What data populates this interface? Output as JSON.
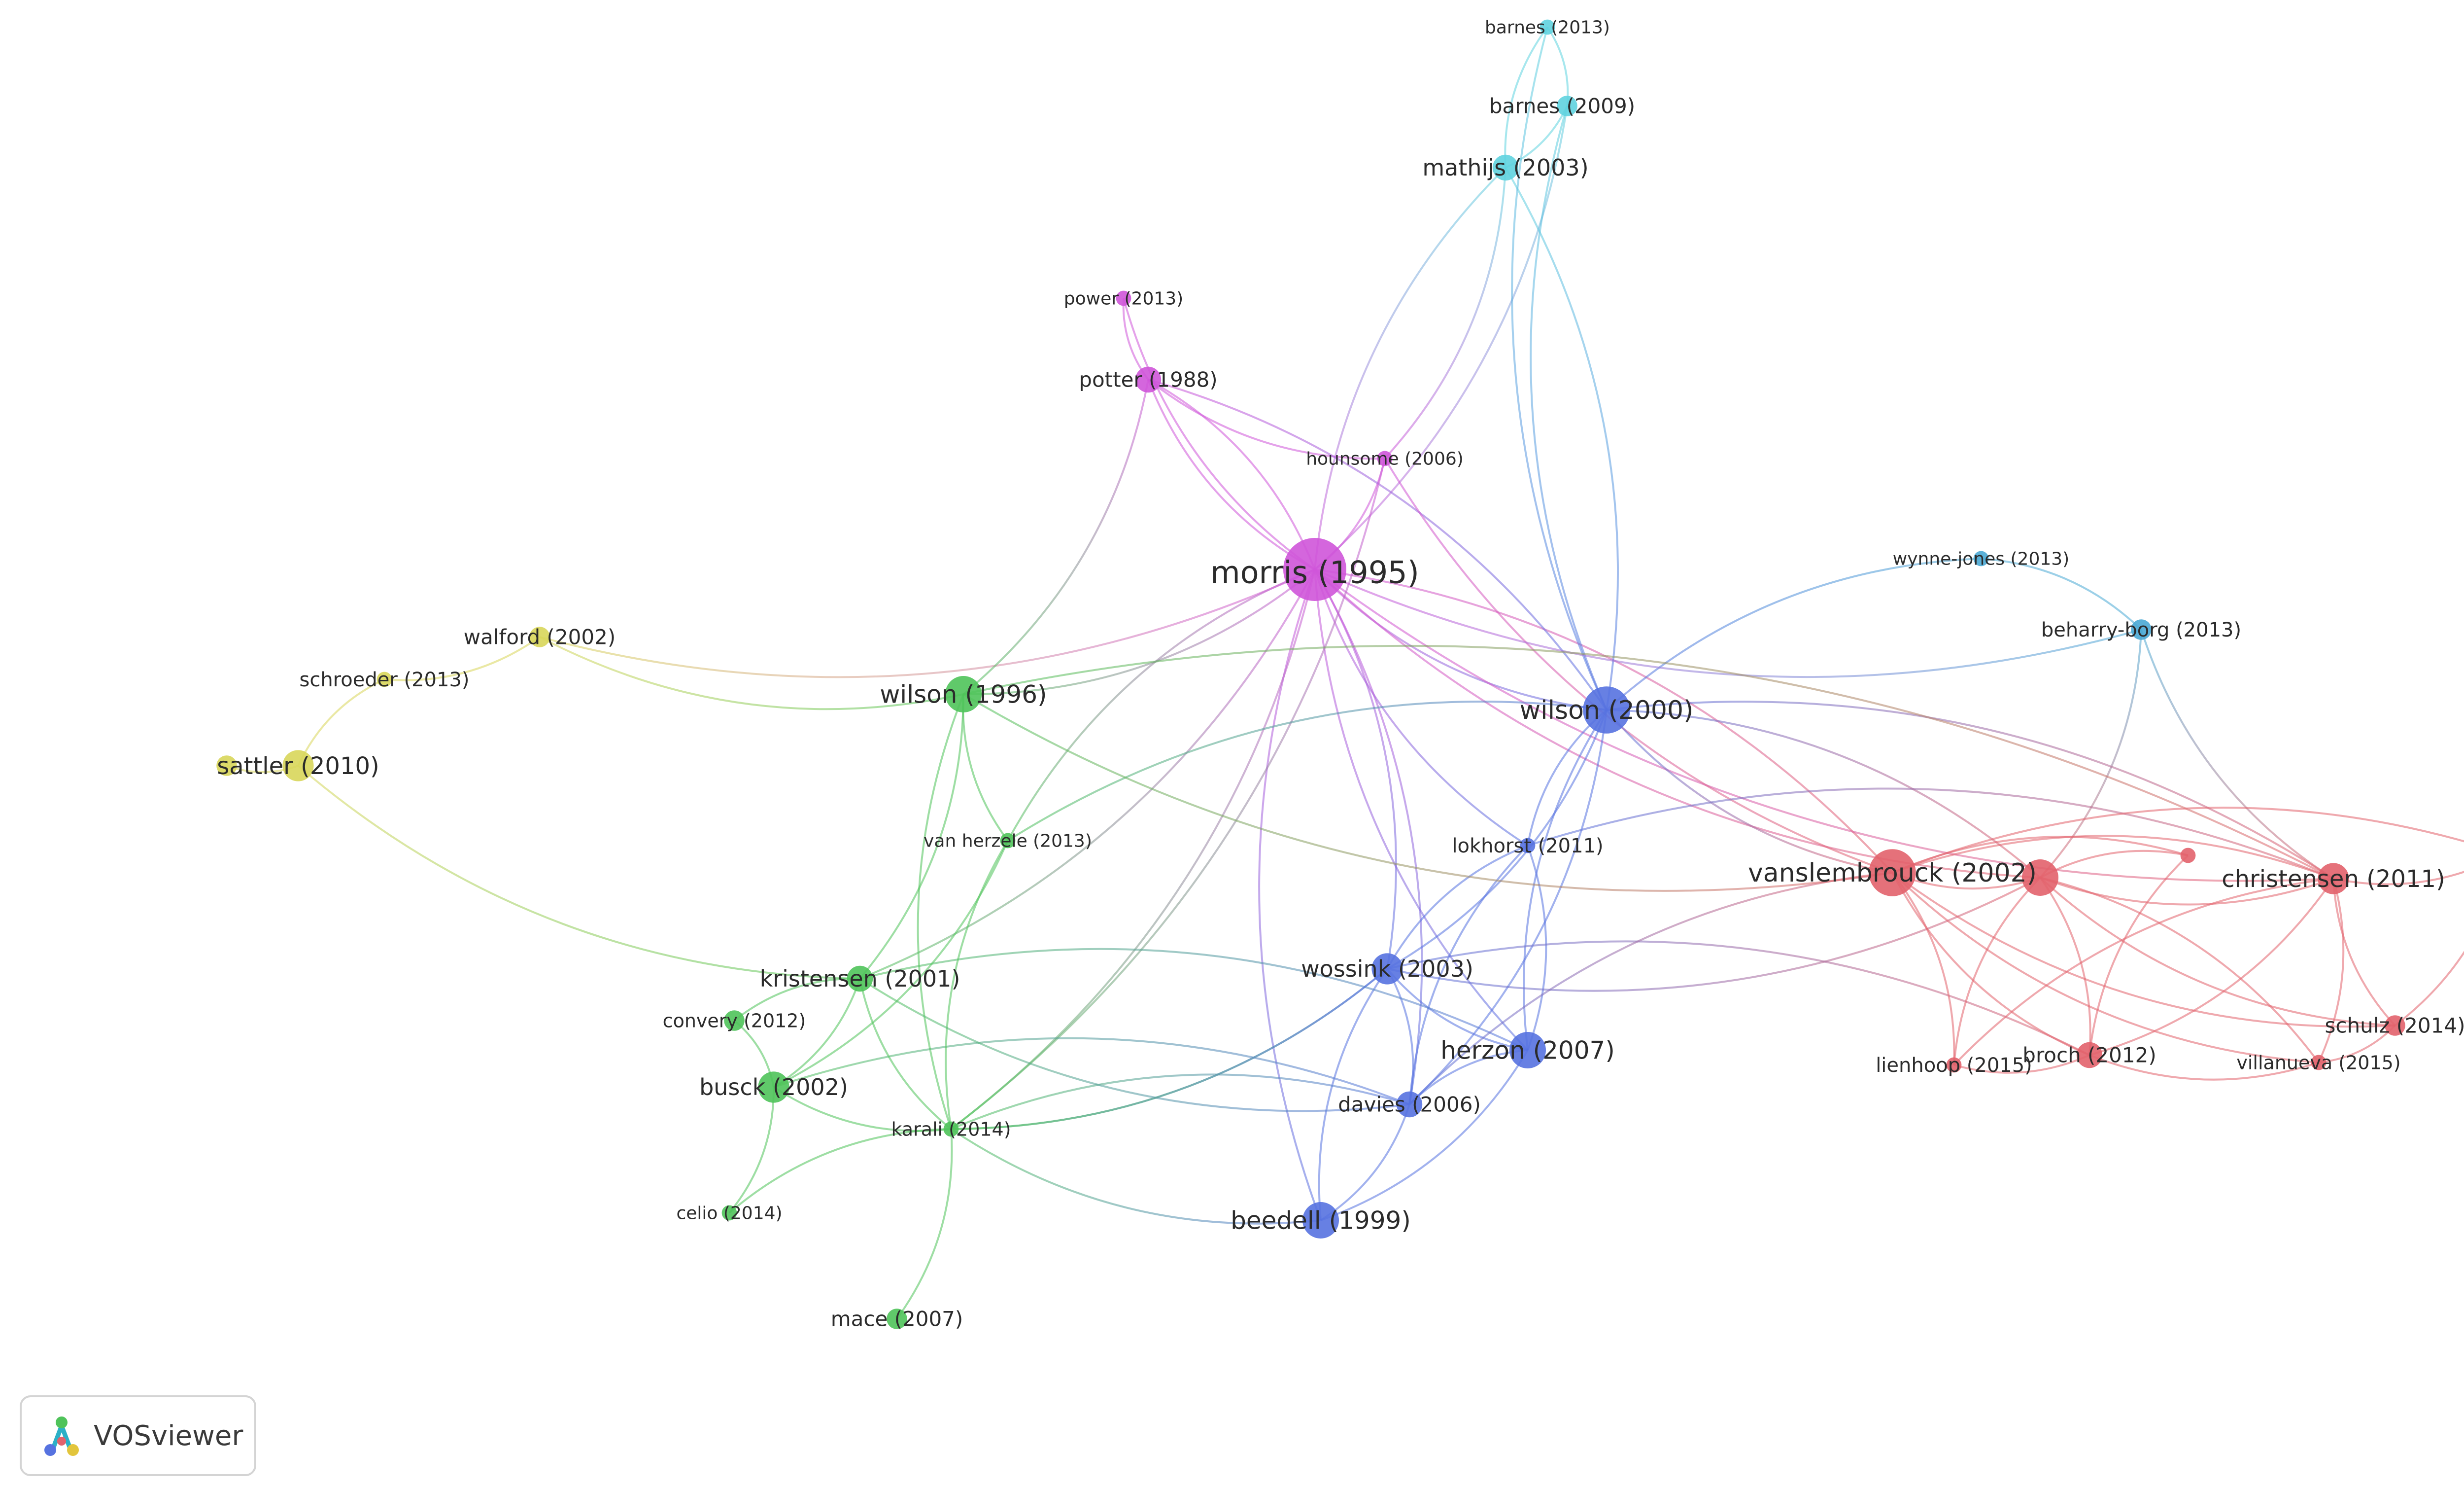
{
  "colors": {
    "red": "#e2626c",
    "green": "#4fc35a",
    "blue": "#5672e0",
    "yellow": "#d8d65a",
    "purple": "#cf55d9",
    "cyan": "#5fd3df",
    "teal": "#4aa9d4"
  },
  "nodes": [
    {
      "id": "morris1995",
      "label": "morris (1995)",
      "cluster": "purple",
      "weight": 10
    },
    {
      "id": "potter1988",
      "label": "potter (1988)",
      "cluster": "purple",
      "weight": 3
    },
    {
      "id": "power2013",
      "label": "power (2013)",
      "cluster": "purple",
      "weight": 1
    },
    {
      "id": "hounsome2006",
      "label": "hounsome (2006)",
      "cluster": "purple",
      "weight": 1
    },
    {
      "id": "barnes2013",
      "label": "barnes (2013)",
      "cluster": "cyan",
      "weight": 1
    },
    {
      "id": "barnes2009",
      "label": "barnes (2009)",
      "cluster": "cyan",
      "weight": 2
    },
    {
      "id": "mathijs2003",
      "label": "mathijs (2003)",
      "cluster": "cyan",
      "weight": 3
    },
    {
      "id": "wynnejones2013",
      "label": "wynne-jones (2013)",
      "cluster": "teal",
      "weight": 1
    },
    {
      "id": "beharryborg2013",
      "label": "beharry-borg (2013)",
      "cluster": "teal",
      "weight": 2
    },
    {
      "id": "wilson2000",
      "label": "wilson (2000)",
      "cluster": "blue",
      "weight": 7
    },
    {
      "id": "lokhorst2011",
      "label": "lokhorst (2011)",
      "cluster": "blue",
      "weight": 1
    },
    {
      "id": "wossink2003",
      "label": "wossink (2003)",
      "cluster": "blue",
      "weight": 4
    },
    {
      "id": "herzon2007",
      "label": "herzon (2007)",
      "cluster": "blue",
      "weight": 5
    },
    {
      "id": "davies2006",
      "label": "davies (2006)",
      "cluster": "blue",
      "weight": 3
    },
    {
      "id": "beedell1999",
      "label": "beedell (1999)",
      "cluster": "blue",
      "weight": 5
    },
    {
      "id": "wilson1996",
      "label": "wilson (1996)",
      "cluster": "green",
      "weight": 5
    },
    {
      "id": "vanherzele2013",
      "label": "van herzele (2013)",
      "cluster": "green",
      "weight": 1
    },
    {
      "id": "kristensen2001",
      "label": "kristensen (2001)",
      "cluster": "green",
      "weight": 3
    },
    {
      "id": "convery2012",
      "label": "convery (2012)",
      "cluster": "green",
      "weight": 2
    },
    {
      "id": "busck2002",
      "label": "busck (2002)",
      "cluster": "green",
      "weight": 4
    },
    {
      "id": "karali2014",
      "label": "karali (2014)",
      "cluster": "green",
      "weight": 1
    },
    {
      "id": "celio2014",
      "label": "celio (2014)",
      "cluster": "green",
      "weight": 1
    },
    {
      "id": "mace2007",
      "label": "mace (2007)",
      "cluster": "green",
      "weight": 2
    },
    {
      "id": "walford2002",
      "label": "walford (2002)",
      "cluster": "yellow",
      "weight": 2
    },
    {
      "id": "schroeder2013",
      "label": "schroeder (2013)",
      "cluster": "yellow",
      "weight": 1
    },
    {
      "id": "sattler2010",
      "label": "sattler (2010)",
      "cluster": "yellow",
      "weight": 4
    },
    {
      "id": "yellowdot",
      "label": "",
      "cluster": "yellow",
      "weight": 2
    },
    {
      "id": "vanslembrouck2002",
      "label": "vanslembrouck (2002)",
      "cluster": "red",
      "weight": 7
    },
    {
      "id": "reddot1",
      "label": "",
      "cluster": "red",
      "weight": 5
    },
    {
      "id": "reddot2",
      "label": "",
      "cluster": "red",
      "weight": 1
    },
    {
      "id": "reddot3",
      "label": "",
      "cluster": "red",
      "weight": 3
    },
    {
      "id": "christensen2011",
      "label": "christensen (2011)",
      "cluster": "red",
      "weight": 4
    },
    {
      "id": "schulz2014",
      "label": "schulz (2014)",
      "cluster": "red",
      "weight": 2
    },
    {
      "id": "villanueva2015",
      "label": "villanueva (2015)",
      "cluster": "red",
      "weight": 1
    },
    {
      "id": "broch2012",
      "label": "broch (2012)",
      "cluster": "red",
      "weight": 3
    },
    {
      "id": "lienhoop2015",
      "label": "lienhoop (2015)",
      "cluster": "red",
      "weight": 1
    }
  ],
  "edges": [
    [
      "morris1995",
      "potter1988"
    ],
    [
      "morris1995",
      "power2013"
    ],
    [
      "morris1995",
      "hounsome2006"
    ],
    [
      "morris1995",
      "mathijs2003"
    ],
    [
      "morris1995",
      "barnes2009"
    ],
    [
      "morris1995",
      "wilson1996"
    ],
    [
      "morris1995",
      "wilson2000"
    ],
    [
      "morris1995",
      "walford2002"
    ],
    [
      "morris1995",
      "vanherzele2013"
    ],
    [
      "morris1995",
      "kristensen2001"
    ],
    [
      "morris1995",
      "lokhorst2011"
    ],
    [
      "morris1995",
      "wossink2003"
    ],
    [
      "morris1995",
      "herzon2007"
    ],
    [
      "morris1995",
      "davies2006"
    ],
    [
      "morris1995",
      "beedell1999"
    ],
    [
      "morris1995",
      "vanslembrouck2002"
    ],
    [
      "morris1995",
      "reddot1"
    ],
    [
      "morris1995",
      "karali2014"
    ],
    [
      "morris1995",
      "christensen2011"
    ],
    [
      "potter1988",
      "power2013"
    ],
    [
      "potter1988",
      "hounsome2006"
    ],
    [
      "potter1988",
      "wilson1996"
    ],
    [
      "potter1988",
      "morris1995"
    ],
    [
      "potter1988",
      "wilson2000"
    ],
    [
      "hounsome2006",
      "mathijs2003"
    ],
    [
      "hounsome2006",
      "karali2014"
    ],
    [
      "hounsome2006",
      "vanslembrouck2002"
    ],
    [
      "barnes2013",
      "barnes2009"
    ],
    [
      "barnes2013",
      "mathijs2003"
    ],
    [
      "barnes2009",
      "mathijs2003"
    ],
    [
      "barnes2009",
      "wilson2000"
    ],
    [
      "mathijs2003",
      "wilson2000"
    ],
    [
      "barnes2013",
      "wilson2000"
    ],
    [
      "wynnejones2013",
      "beharryborg2013"
    ],
    [
      "wynnejones2013",
      "wilson2000"
    ],
    [
      "beharryborg2013",
      "reddot1"
    ],
    [
      "beharryborg2013",
      "christensen2011"
    ],
    [
      "beharryborg2013",
      "morris1995"
    ],
    [
      "wilson2000",
      "lokhorst2011"
    ],
    [
      "wilson2000",
      "wossink2003"
    ],
    [
      "wilson2000",
      "herzon2007"
    ],
    [
      "wilson2000",
      "davies2006"
    ],
    [
      "wilson2000",
      "vanslembrouck2002"
    ],
    [
      "wilson2000",
      "reddot1"
    ],
    [
      "wilson2000",
      "vanherzele2013"
    ],
    [
      "wilson2000",
      "christensen2011"
    ],
    [
      "lokhorst2011",
      "wossink2003"
    ],
    [
      "lokhorst2011",
      "herzon2007"
    ],
    [
      "lokhorst2011",
      "davies2006"
    ],
    [
      "lokhorst2011",
      "christensen2011"
    ],
    [
      "wossink2003",
      "herzon2007"
    ],
    [
      "wossink2003",
      "davies2006"
    ],
    [
      "wossink2003",
      "beedell1999"
    ],
    [
      "wossink2003",
      "karali2014"
    ],
    [
      "wossink2003",
      "reddot1"
    ],
    [
      "wossink2003",
      "broch2012"
    ],
    [
      "herzon2007",
      "davies2006"
    ],
    [
      "herzon2007",
      "beedell1999"
    ],
    [
      "herzon2007",
      "kristensen2001"
    ],
    [
      "davies2006",
      "beedell1999"
    ],
    [
      "davies2006",
      "karali2014"
    ],
    [
      "davies2006",
      "vanslembrouck2002"
    ],
    [
      "davies2006",
      "busck2002"
    ],
    [
      "beedell1999",
      "karali2014"
    ],
    [
      "wilson1996",
      "vanherzele2013"
    ],
    [
      "wilson1996",
      "kristensen2001"
    ],
    [
      "wilson1996",
      "karali2014"
    ],
    [
      "wilson1996",
      "walford2002"
    ],
    [
      "wilson1996",
      "vanslembrouck2002"
    ],
    [
      "wilson1996",
      "christensen2011"
    ],
    [
      "vanherzele2013",
      "karali2014"
    ],
    [
      "vanherzele2013",
      "busck2002"
    ],
    [
      "kristensen2001",
      "convery2012"
    ],
    [
      "kristensen2001",
      "busck2002"
    ],
    [
      "kristensen2001",
      "karali2014"
    ],
    [
      "kristensen2001",
      "sattler2010"
    ],
    [
      "kristensen2001",
      "davies2006"
    ],
    [
      "convery2012",
      "busck2002"
    ],
    [
      "busck2002",
      "karali2014"
    ],
    [
      "busck2002",
      "celio2014"
    ],
    [
      "karali2014",
      "celio2014"
    ],
    [
      "karali2014",
      "mace2007"
    ],
    [
      "karali2014",
      "wossink2003"
    ],
    [
      "walford2002",
      "schroeder2013"
    ],
    [
      "schroeder2013",
      "sattler2010"
    ],
    [
      "sattler2010",
      "yellowdot"
    ],
    [
      "vanslembrouck2002",
      "reddot1"
    ],
    [
      "vanslembrouck2002",
      "christensen2011"
    ],
    [
      "vanslembrouck2002",
      "broch2012"
    ],
    [
      "vanslembrouck2002",
      "lienhoop2015"
    ],
    [
      "vanslembrouck2002",
      "villanueva2015"
    ],
    [
      "vanslembrouck2002",
      "reddot2"
    ],
    [
      "vanslembrouck2002",
      "schulz2014"
    ],
    [
      "vanslembrouck2002",
      "reddot3"
    ],
    [
      "reddot1",
      "christensen2011"
    ],
    [
      "reddot1",
      "broch2012"
    ],
    [
      "reddot1",
      "lienhoop2015"
    ],
    [
      "reddot1",
      "villanueva2015"
    ],
    [
      "reddot1",
      "schulz2014"
    ],
    [
      "reddot1",
      "reddot2"
    ],
    [
      "christensen2011",
      "schulz2014"
    ],
    [
      "christensen2011",
      "villanueva2015"
    ],
    [
      "christensen2011",
      "reddot3"
    ],
    [
      "christensen2011",
      "broch2012"
    ],
    [
      "christensen2011",
      "lienhoop2015"
    ],
    [
      "broch2012",
      "lienhoop2015"
    ],
    [
      "broch2012",
      "villanueva2015"
    ],
    [
      "schulz2014",
      "villanueva2015"
    ],
    [
      "reddot2",
      "broch2012"
    ],
    [
      "reddot3",
      "schulz2014"
    ]
  ],
  "logo": {
    "text": "VOSviewer"
  }
}
